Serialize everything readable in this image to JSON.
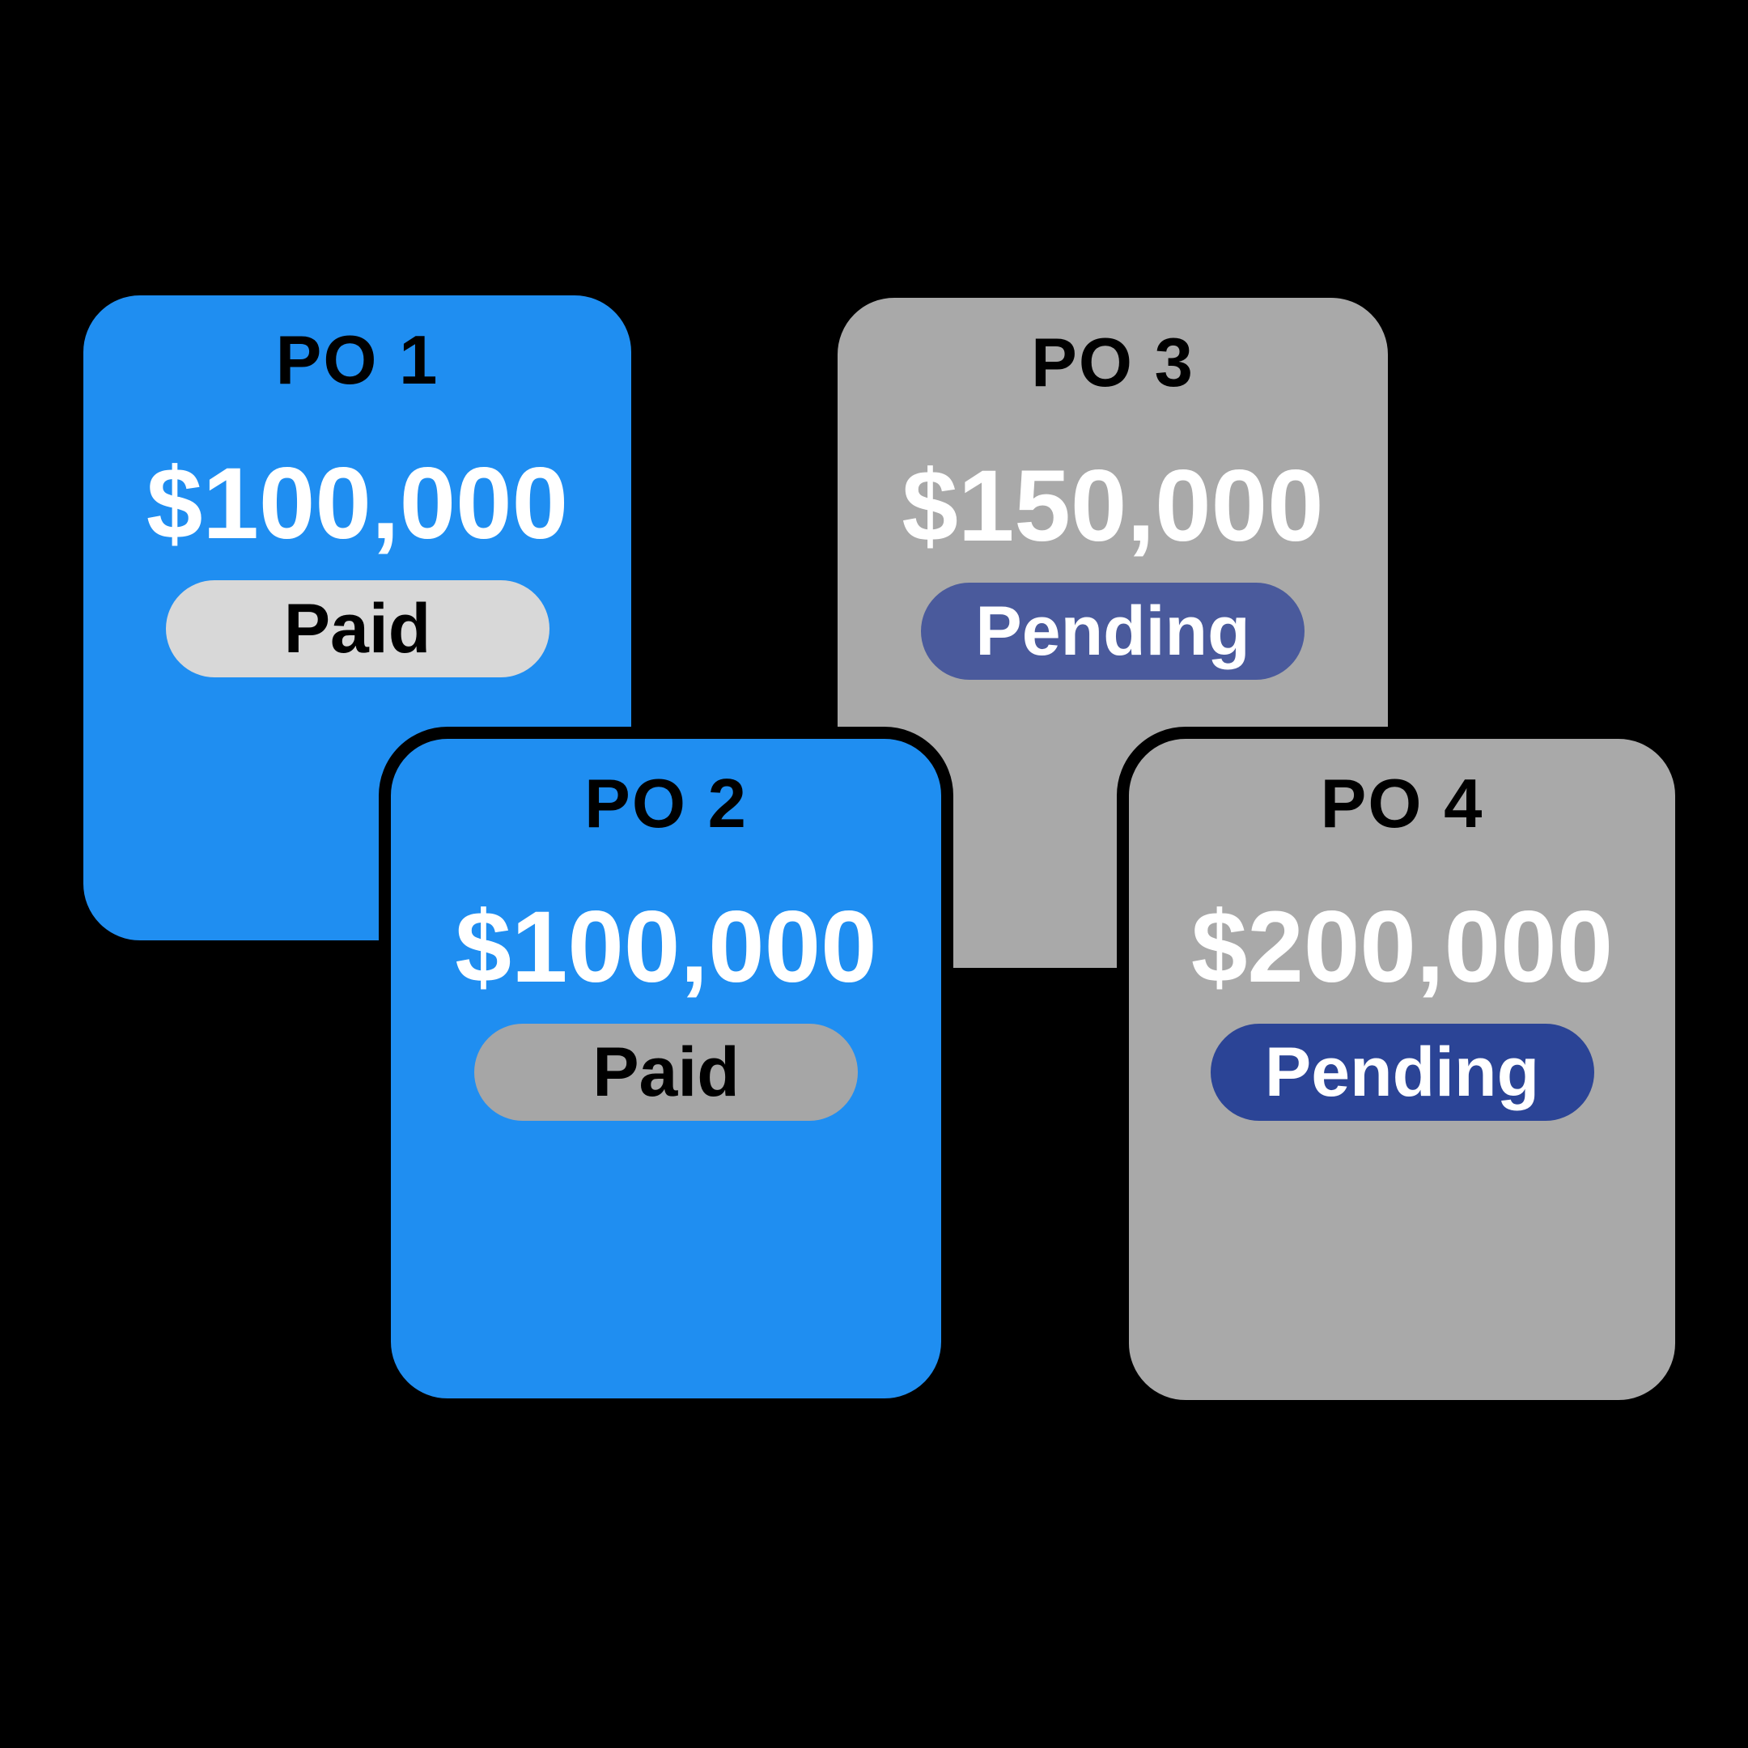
{
  "canvas": {
    "background": "#000000"
  },
  "cards": [
    {
      "label": "PO 1",
      "amount": "$100,000",
      "status": "Paid",
      "colors": {
        "card": "#1f8ef1",
        "border": "#000000",
        "label": "#000000",
        "amount": "#ffffff",
        "badge": "#d8d8d8",
        "badge_text": "#000000"
      }
    },
    {
      "label": "PO 2",
      "amount": "$100,000",
      "status": "Paid",
      "colors": {
        "card": "#1f8ef1",
        "border": "#000000",
        "label": "#000000",
        "amount": "#ffffff",
        "badge": "#a6a6a6",
        "badge_text": "#000000"
      }
    },
    {
      "label": "PO 3",
      "amount": "$150,000",
      "status": "Pending",
      "colors": {
        "card": "#a9a9a9",
        "border": "#000000",
        "label": "#000000",
        "amount": "#ffffff",
        "badge": "#4a5a9c",
        "badge_text": "#ffffff"
      }
    },
    {
      "label": "PO 4",
      "amount": "$200,000",
      "status": "Pending",
      "colors": {
        "card": "#a9a9a9",
        "border": "#000000",
        "label": "#000000",
        "amount": "#ffffff",
        "badge": "#2b4496",
        "badge_text": "#ffffff"
      }
    }
  ]
}
